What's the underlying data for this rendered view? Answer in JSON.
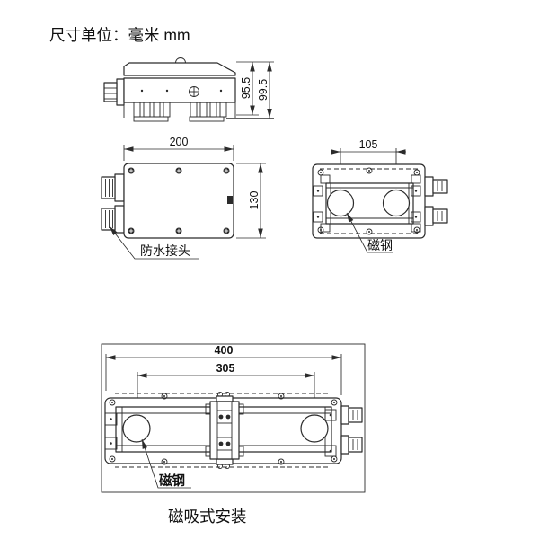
{
  "title": "尺寸单位：毫米 mm",
  "views": {
    "side": {
      "dim_height_inner": "95.5",
      "dim_height_outer": "99.5"
    },
    "top": {
      "dim_length": "200",
      "dim_depth": "130",
      "connector_label": "防水接头"
    },
    "bottom": {
      "dim_magnet_spacing": "105",
      "magnet_label": "磁钢"
    },
    "mounting": {
      "dim_total_length": "400",
      "dim_magnet_spacing": "305",
      "magnet_label": "磁钢",
      "caption": "磁吸式安装"
    }
  },
  "colors": {
    "line": "#2b2b2b",
    "text": "#111111",
    "background": "#ffffff"
  }
}
